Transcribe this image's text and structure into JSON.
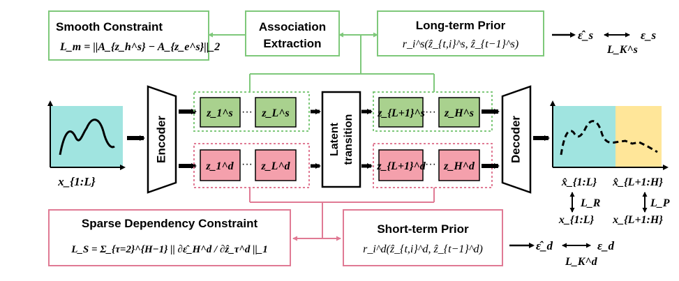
{
  "boxes": {
    "smooth": {
      "title": "Smooth Constraint",
      "formula": "L_m = ||A_{z_h^s} − A_{z_e^s}||_2"
    },
    "association": {
      "line1": "Association",
      "line2": "Extraction"
    },
    "longterm": {
      "title": "Long-term Prior",
      "formula": "r_i^s(ẑ_{t,i}^s, ẑ_{t−1}^s)"
    },
    "sparse": {
      "title": "Sparse Dependency Constraint",
      "formula": "L_S = Σ_{τ=2}^{H−1} || ∂ε̂_H^d / ∂ẑ_τ^d ||_1"
    },
    "shortterm": {
      "title": "Short-term Prior",
      "formula": "r_i^d(ẑ_{t,i}^d, ẑ_{t−1}^d)"
    }
  },
  "blocks": {
    "encoder": "Encoder",
    "decoder": "Decoder",
    "latent": {
      "line1": "Latent",
      "line2": "transition"
    }
  },
  "latents": {
    "s1": "z_1^s",
    "sL": "z_L^s",
    "sL1": "z_{L+1}^s",
    "sH": "z_H^s",
    "d1": "z_1^d",
    "dL": "z_L^d",
    "dL1": "z_{L+1}^d",
    "dH": "z_H^d",
    "dots": "···"
  },
  "io_labels": {
    "input": "x_{1:L}",
    "out_hat_hist": "x̂_{1:L}",
    "out_hat_fut": "x̂_{L+1:H}",
    "out_true_hist": "x_{1:L}",
    "out_true_fut": "x_{L+1:H}",
    "loss_r": "L_R",
    "loss_p": "L_P"
  },
  "residuals": {
    "eps_s_hat": "ε̂_s",
    "eps_s": "ε_s",
    "loss_ks": "L_K^s",
    "eps_d_hat": "ε̂_d",
    "eps_d": "ε_d",
    "loss_kd": "L_K^d"
  },
  "colors": {
    "green": "#7ec87a",
    "green_fill": "#a9d18e",
    "red": "#e07a94",
    "red_fill": "#f4a0ac",
    "cyan": "#a0e4e0",
    "yellow": "#ffe699"
  }
}
